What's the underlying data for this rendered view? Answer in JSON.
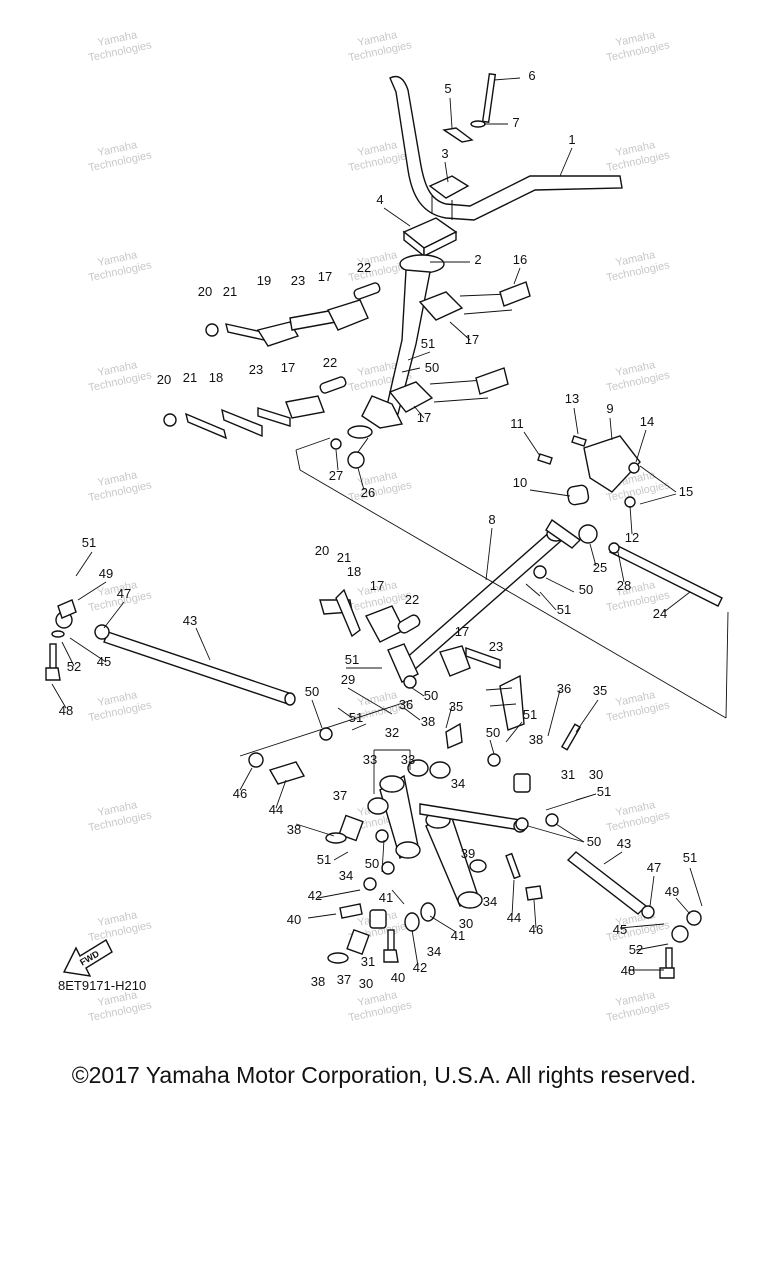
{
  "diagram": {
    "code": "8ET9171-H210",
    "direction_badge": "FWD",
    "watermark_lines": [
      "Yamaha",
      "Technologies"
    ],
    "callouts": [
      "1",
      "2",
      "3",
      "4",
      "5",
      "6",
      "7",
      "8",
      "9",
      "10",
      "11",
      "12",
      "13",
      "14",
      "15",
      "16",
      "17",
      "18",
      "19",
      "20",
      "21",
      "22",
      "23",
      "24",
      "25",
      "26",
      "27",
      "28",
      "29",
      "30",
      "31",
      "32",
      "33",
      "34",
      "35",
      "36",
      "37",
      "38",
      "39",
      "40",
      "41",
      "42",
      "43",
      "44",
      "45",
      "46",
      "47",
      "48",
      "49",
      "50",
      "51",
      "52"
    ]
  },
  "footer": {
    "copyright": "©2017 Yamaha Motor Corporation, U.S.A. All rights reserved."
  }
}
